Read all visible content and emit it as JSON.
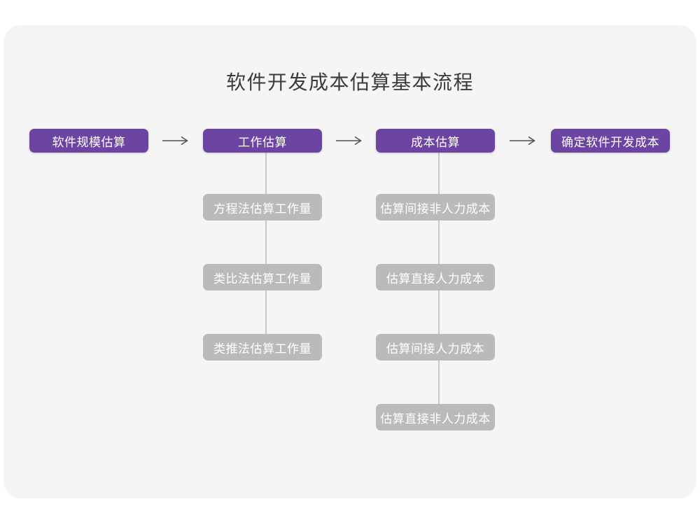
{
  "page": {
    "title": "软件开发成本估算基本流程"
  },
  "colors": {
    "accent": "#6C45A3",
    "muted_box": "#BABABA",
    "connector": "#C9C9C9",
    "arrow": "#4F4F4F",
    "card_bg": "#F5F5F6",
    "page_bg": "#FFFFFF",
    "title_color": "#3B3B3B",
    "box_text": "#FFFFFF"
  },
  "flow": {
    "main_steps": [
      {
        "label": "软件规模估算"
      },
      {
        "label": "工作估算"
      },
      {
        "label": "成本估算"
      },
      {
        "label": "确定软件开发成本"
      }
    ],
    "work_estimation_methods": [
      "方程法估算工作量",
      "类比法估算工作量",
      "类推法估算工作量"
    ],
    "cost_estimation_steps": [
      "估算间接非人力成本",
      "估算直接人力成本",
      "估算间接人力成本",
      "估算直接非人力成本"
    ]
  }
}
